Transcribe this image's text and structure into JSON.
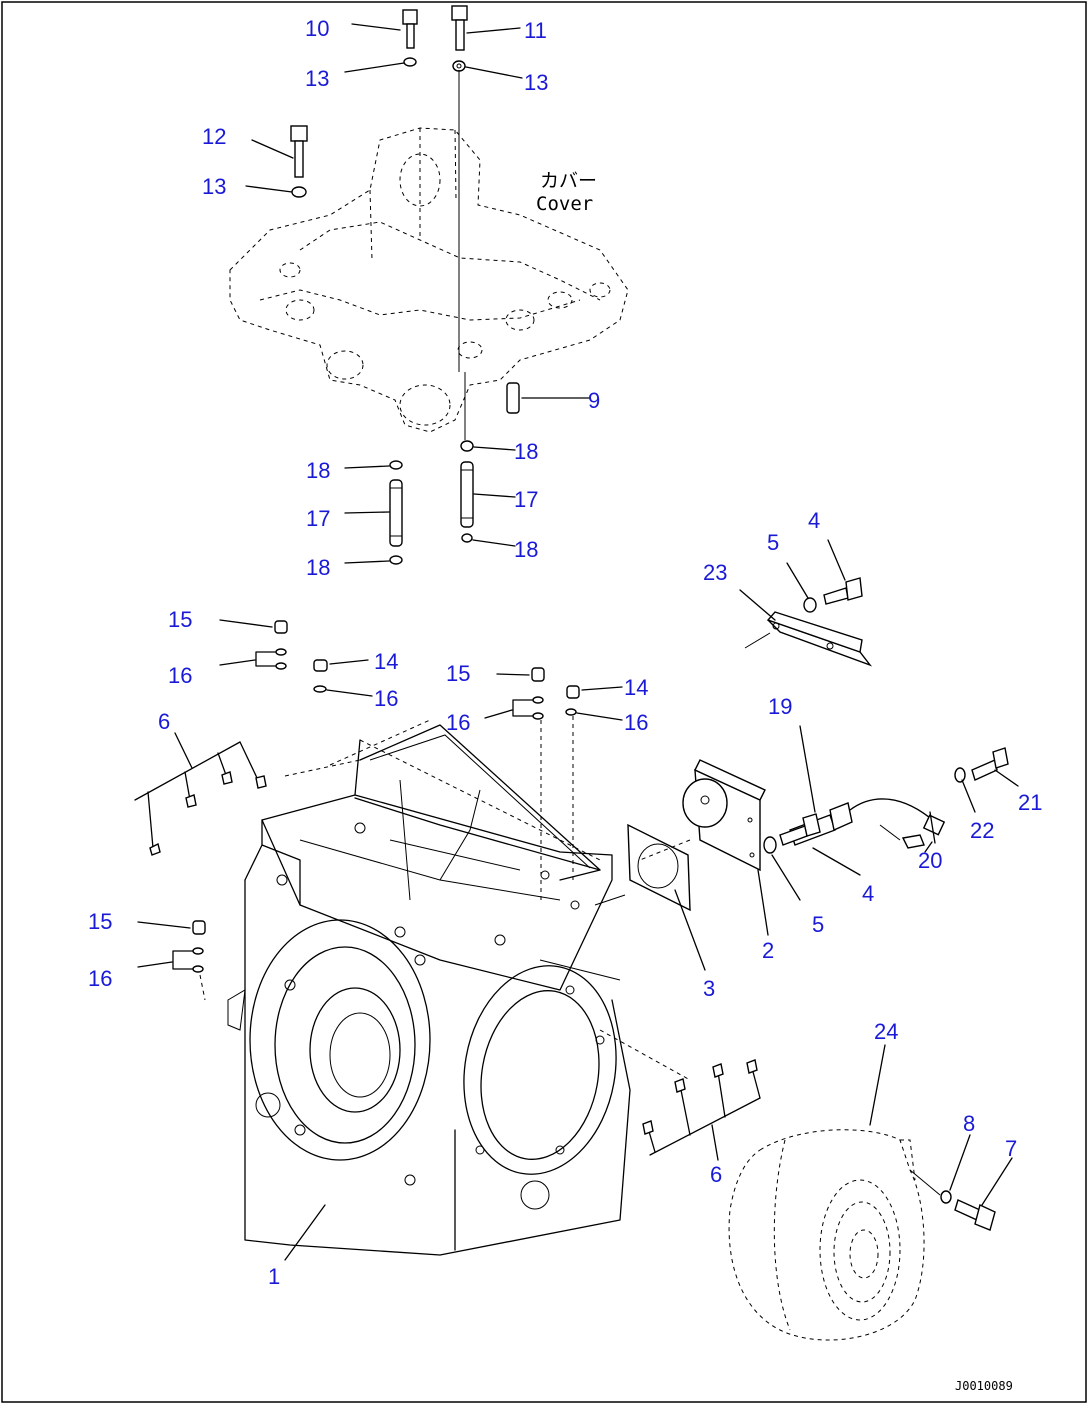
{
  "callouts": {
    "c10": "10",
    "c11": "11",
    "c13a": "13",
    "c13b": "13",
    "c12": "12",
    "c13c": "13",
    "c9": "9",
    "c18a": "18",
    "c18b": "18",
    "c17a": "17",
    "c17b": "17",
    "c18c": "18",
    "c18d": "18",
    "c4a": "4",
    "c5a": "5",
    "c23": "23",
    "c15a": "15",
    "c16a": "16",
    "c14a": "14",
    "c16b": "16",
    "c15b": "15",
    "c14b": "14",
    "c16c": "16",
    "c16d": "16",
    "c6a": "6",
    "c19": "19",
    "c21": "21",
    "c22": "22",
    "c20": "20",
    "c4b": "4",
    "c5b": "5",
    "c2": "2",
    "c3": "3",
    "c15c": "15",
    "c16e": "16",
    "c24": "24",
    "c8": "8",
    "c7": "7",
    "c6b": "6",
    "c1": "1"
  },
  "cover_label": {
    "jp": "カバー",
    "en": "Cover"
  },
  "drawing_code": "J0010089",
  "colors": {
    "callout": "#1a1ad6",
    "lines": "#000000",
    "background": "#ffffff",
    "frame": "#000000"
  }
}
